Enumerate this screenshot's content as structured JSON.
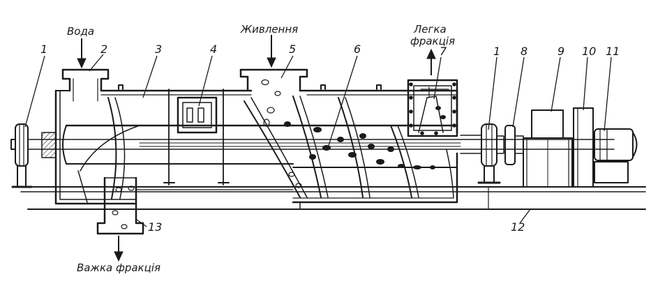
{
  "diagram": {
    "labels": {
      "water": "Вода",
      "feed": "Живлення",
      "light_line1": "Легка",
      "light_line2": "фракція",
      "heavy": "Важка фракція"
    },
    "numbers": {
      "n1_left": "1",
      "n2": "2",
      "n3": "3",
      "n4": "4",
      "n5": "5",
      "n6": "6",
      "n7": "7",
      "n1_right": "1",
      "n8": "8",
      "n9": "9",
      "n10": "10",
      "n11": "11",
      "n12": "12",
      "n13": "13"
    }
  }
}
